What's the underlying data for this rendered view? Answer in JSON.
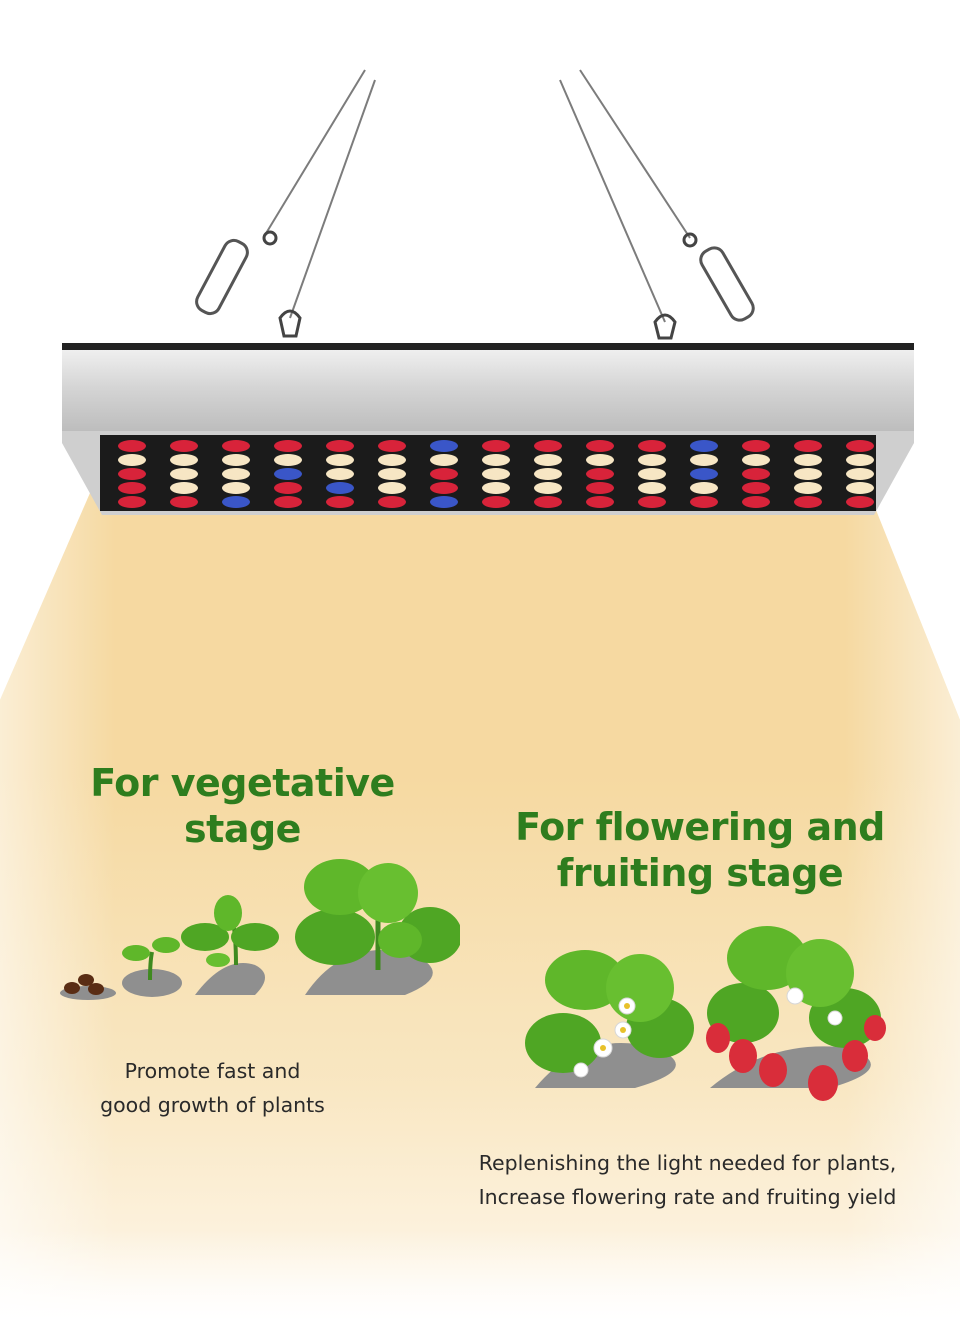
{
  "vegetative": {
    "title_lines": [
      "For vegetative stage"
    ],
    "description_lines": [
      "Promote fast and",
      "good growth of plants"
    ]
  },
  "flowering": {
    "title_lines": [
      "For flowering and",
      "fruiting stage"
    ],
    "description_lines": [
      "Replenishing the light needed for plants,",
      "Increase flowering rate and fruiting yield"
    ]
  },
  "colors": {
    "heading_green": "#2e7d1e",
    "light_beam": "#f6dba6",
    "led_red": "#d8233a",
    "led_warm_white": "#f7e6c4",
    "led_blue": "#3a56c8",
    "panel_silver": "#d9d9d9"
  },
  "icons": [
    "led-grow-light-panel",
    "seed-icon",
    "sprout-icon",
    "seedling-icon",
    "plant-icon",
    "flowering-plant-icon",
    "strawberry-plant-icon"
  ]
}
